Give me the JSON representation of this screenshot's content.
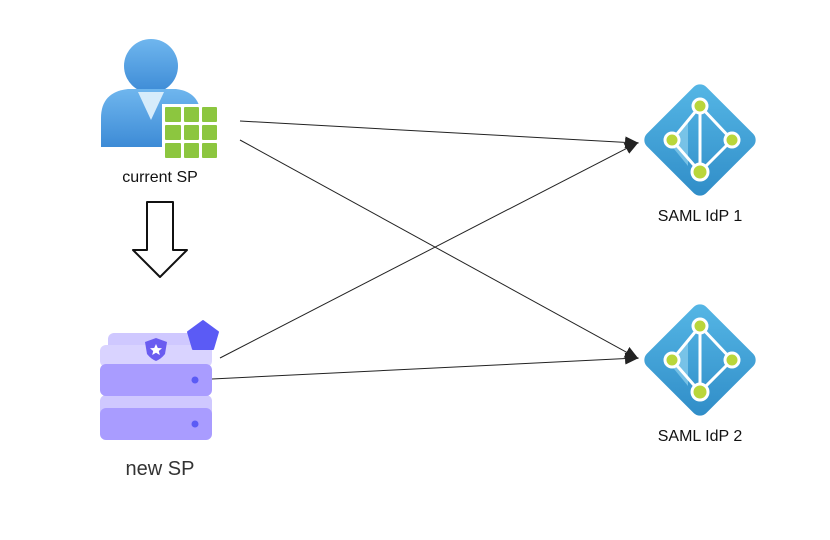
{
  "nodes": {
    "current_sp": {
      "label": "current SP"
    },
    "new_sp": {
      "label": "new SP"
    },
    "idp1": {
      "label": "SAML IdP 1"
    },
    "idp2": {
      "label": "SAML IdP 2"
    }
  },
  "edges": [
    {
      "from": "current SP",
      "to": "SAML IdP 1"
    },
    {
      "from": "current SP",
      "to": "SAML IdP 2"
    },
    {
      "from": "new SP",
      "to": "SAML IdP 1"
    },
    {
      "from": "new SP",
      "to": "SAML IdP 2"
    },
    {
      "from": "current SP",
      "to": "new SP"
    }
  ],
  "icons": {
    "current_sp": "user-grid-icon",
    "new_sp": "server-stack-icon",
    "idp": "saml-idp-diamond-icon"
  },
  "colors": {
    "user": "#4a9be0",
    "grid": "#8cc63f",
    "server": "#a99cff",
    "pentagon": "#5b5bf5",
    "idp": "#3f9fd3",
    "idp_dot": "#b9d63b",
    "arrow": "#222222"
  }
}
